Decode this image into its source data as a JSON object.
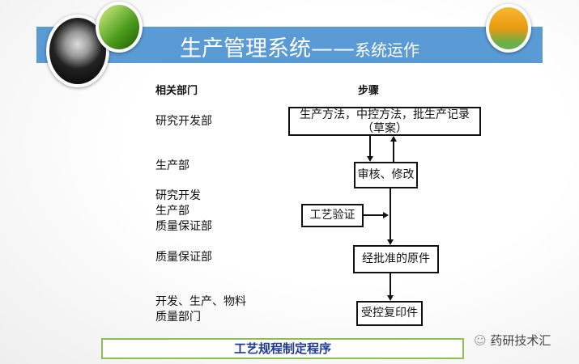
{
  "header": {
    "title_main": "生产管理系统——",
    "title_sub": "系统运作"
  },
  "columns": {
    "departments": "相关部门",
    "steps": "步骤"
  },
  "departments": [
    "研究开发部",
    "生产部",
    "研究开发",
    "生产部",
    "质量保证部",
    "质量保证部",
    "开发、生产、物料",
    "质量部门"
  ],
  "flow": {
    "draft_line1": "生产方法，中控方法，批生产记录",
    "draft_line2": "（草案）",
    "review": "审核、修改",
    "validation": "工艺验证",
    "approved": "经批准的原件",
    "controlled_copy": "受控复印件"
  },
  "footer": {
    "caption": "工艺规程制定程序"
  },
  "watermark": {
    "icon": "wechat-icon",
    "text": "药研技术汇"
  }
}
